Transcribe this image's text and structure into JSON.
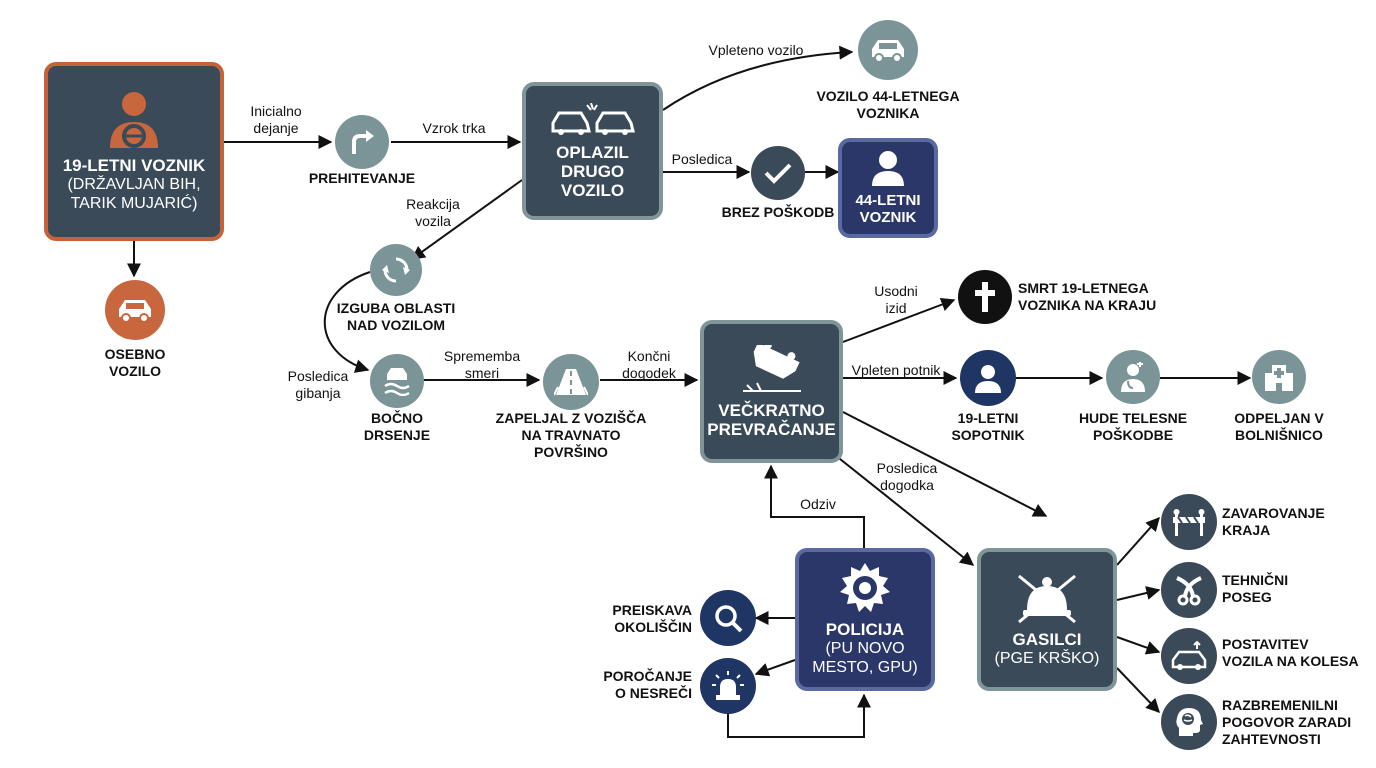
{
  "colors": {
    "orange": "#c8663e",
    "orange_border": "#c4623a",
    "slate": "#3a4a58",
    "slate_border": "#7f9597",
    "navy": "#2a3768",
    "navy_border": "#5a6aa0",
    "teal_gray": "#7a9497",
    "navy_circle": "#1f3563",
    "black": "#111111"
  },
  "boxes": {
    "driver": {
      "title": "19-LETNI VOZNIK",
      "subtitle": "(DRŽAVLJAN BIH,\nTARIK MUJARIĆ)",
      "icon": "driver-icon"
    },
    "overtake": {
      "title": "OPLAZIL\nDRUGO\nVOZILO",
      "icon": "car-collision-icon"
    },
    "driver44": {
      "title": "44-LETNI\nVOZNIK",
      "icon": "person-icon"
    },
    "rollover": {
      "title": "VEČKRATNO\nPREVRAČANJE",
      "icon": "rollover-car-icon"
    },
    "police": {
      "title": "POLICIJA",
      "subtitle": "(PU NOVO\nMESTO, GPU)",
      "icon": "police-badge-icon"
    },
    "firefighters": {
      "title": "GASILCI",
      "subtitle": "(PGE KRŠKO)",
      "icon": "firefighter-emblem-icon"
    }
  },
  "nodes": {
    "car": {
      "label": "OSEBNO\nVOZILO",
      "icon": "car-icon"
    },
    "overtaking": {
      "label": "PREHITEVANJE",
      "icon": "turn-arrow-icon"
    },
    "car44": {
      "label": "VOZILO 44-LETNEGA\nVOZNIKA",
      "icon": "car-icon"
    },
    "no_injury": {
      "label": "BREZ POŠKODB",
      "icon": "check-icon"
    },
    "loss_control": {
      "label": "IZGUBA OBLASTI\nNAD VOZILOM",
      "icon": "spin-arrows-icon"
    },
    "skid": {
      "label": "BOČNO\nDRSENJE",
      "icon": "skid-icon"
    },
    "off_road": {
      "label": "ZAPELJAL Z VOZIŠČA\nNA TRAVNATO\nPOVRŠINO",
      "icon": "road-icon"
    },
    "death": {
      "label": "SMRT 19-LETNEGA\nVOZNIKA NA KRAJU",
      "icon": "cross-icon"
    },
    "passenger": {
      "label": "19-LETNI\nSOPOTNIK",
      "icon": "person-icon"
    },
    "injuries": {
      "label": "HUDE TELESNE\nPOŠKODBE",
      "icon": "doctor-icon"
    },
    "hospital": {
      "label": "ODPELJAN V\nBOLNIŠNICO",
      "icon": "hospital-icon"
    },
    "investigation": {
      "label": "PREISKAVA\nOKOLIŠČIN",
      "icon": "magnifier-icon"
    },
    "report": {
      "label": "POROČANJE\nO NESREČI",
      "icon": "siren-icon"
    },
    "secure": {
      "label": "ZAVAROVANJE\nKRAJA",
      "icon": "barrier-icon"
    },
    "technical": {
      "label": "TEHNIČNI\nPOSEG",
      "icon": "cutter-icon"
    },
    "upright": {
      "label": "POSTAVITEV\nVOZILA NA KOLESA",
      "icon": "car-upright-icon"
    },
    "debrief": {
      "label": "RAZBREMENILNI\nPOGOVOR ZARADI\nZAHTEVNOSTI",
      "icon": "head-brain-icon"
    }
  },
  "edge_labels": {
    "initial": "Inicialno\ndejanje",
    "cause": "Vzrok trka",
    "involved": "Vpleteno vozilo",
    "consequence": "Posledica",
    "reaction": "Reakcija\nvozila",
    "motion": "Posledica\ngibanja",
    "direction": "Sprememba\nsmeri",
    "final": "Končni\ndogodek",
    "fatal": "Usodni\nizid",
    "passenger": "Vpleten potnik",
    "event": "Posledica\ndogodka",
    "response": "Odziv"
  }
}
